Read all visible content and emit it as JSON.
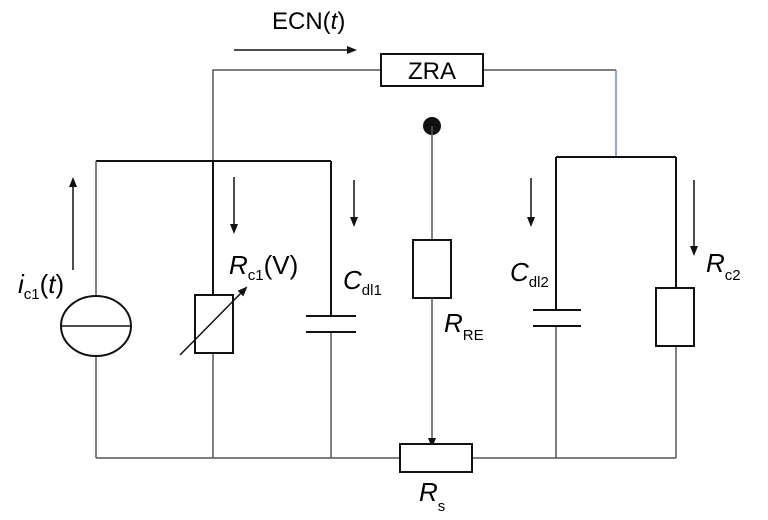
{
  "labels": {
    "ecn": "ECN(",
    "ecn_var": "t",
    "ecn_close": ")",
    "zra": "ZRA",
    "ic1_main": "i",
    "ic1_sub": "c1",
    "ic1_arg": "(",
    "ic1_var": "t",
    "ic1_close": ")",
    "rc1_main": "R",
    "rc1_sub": "c1",
    "rc1_arg": "(V)",
    "cdl1_main": "C",
    "cdl1_sub": "dl1",
    "rre_main": "R",
    "rre_sub": "RE",
    "cdl2_main": "C",
    "cdl2_sub": "dl2",
    "rc2_main": "R",
    "rc2_sub": "c2",
    "rs_main": "R",
    "rs_sub": "s"
  },
  "colors": {
    "wire": "#555555",
    "component": "#111111",
    "right_link": "#6a8fbf"
  }
}
